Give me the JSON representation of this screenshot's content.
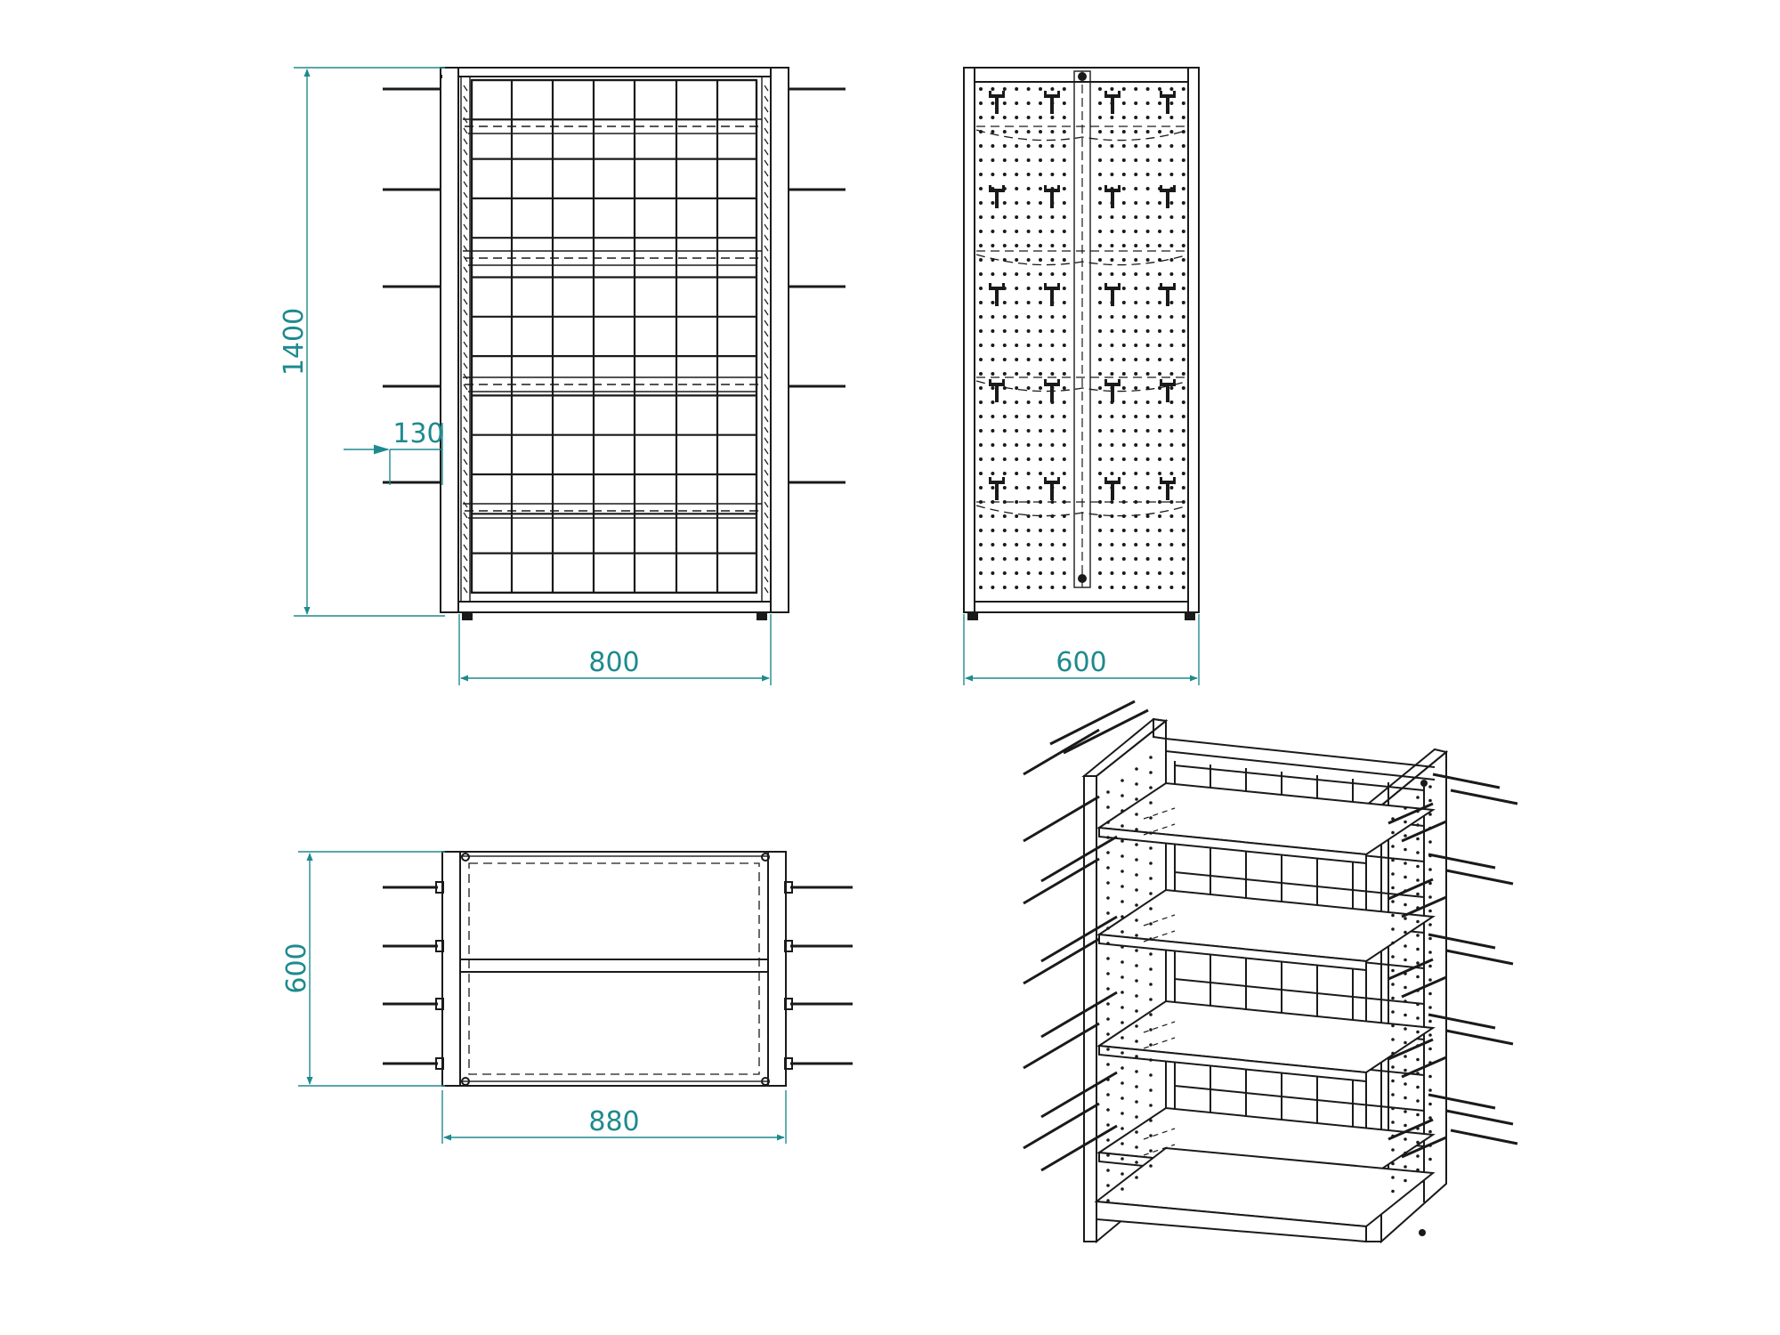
{
  "colors": {
    "line": "#1a1a1a",
    "dimension": "#1e8a8e",
    "background": "#ffffff"
  },
  "dimensions": {
    "front_height": "1400",
    "front_width": "800",
    "hook_length": "130",
    "side_width": "600",
    "top_depth": "600",
    "top_width": "880"
  }
}
